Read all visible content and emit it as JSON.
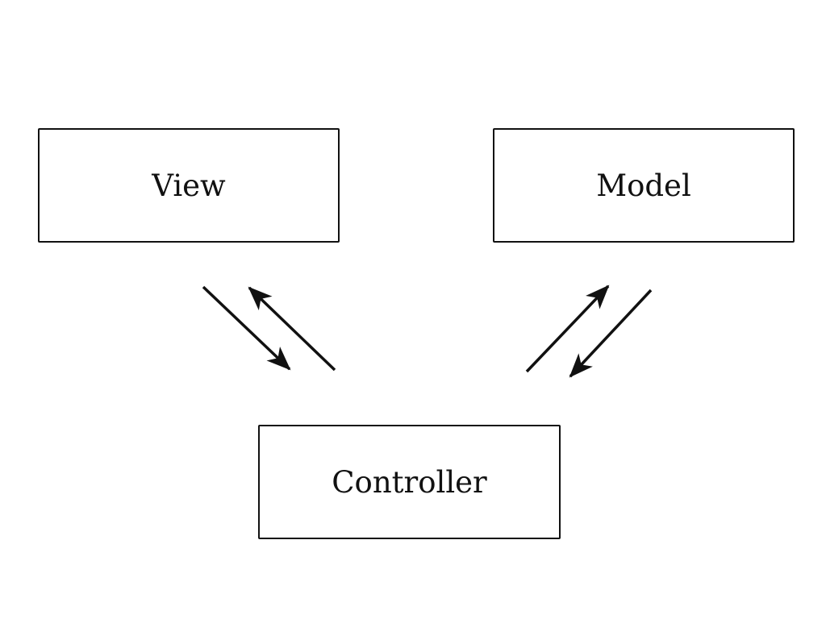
{
  "diagram": {
    "nodes": {
      "view": {
        "label": "View"
      },
      "model": {
        "label": "Model"
      },
      "controller": {
        "label": "Controller"
      }
    },
    "edges": [
      {
        "from": "view",
        "to": "controller"
      },
      {
        "from": "controller",
        "to": "view"
      },
      {
        "from": "controller",
        "to": "model"
      },
      {
        "from": "model",
        "to": "controller"
      }
    ],
    "colors": {
      "stroke": "#111111",
      "background": "#ffffff"
    }
  }
}
